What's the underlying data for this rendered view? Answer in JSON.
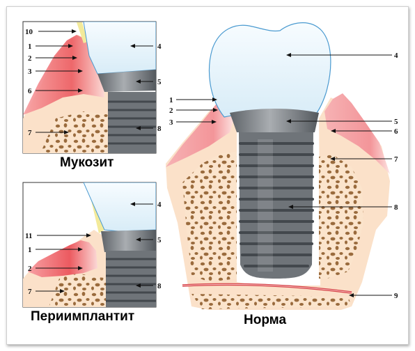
{
  "panels": {
    "mucositis": {
      "caption": "Мукозит",
      "labels": {
        "n10": "10",
        "n1": "1",
        "n2": "2",
        "n3": "3",
        "n6": "6",
        "n7": "7",
        "n4": "4",
        "n5": "5",
        "n8": "8"
      }
    },
    "periimplantitis": {
      "caption": "Периимплантит",
      "labels": {
        "n11": "11",
        "n1": "1",
        "n2": "2",
        "n7": "7",
        "n4": "4",
        "n5": "5",
        "n8": "8"
      }
    },
    "norm": {
      "caption": "Норма",
      "labels": {
        "n1": "1",
        "n2": "2",
        "n3": "3",
        "n4": "4",
        "n5": "5",
        "n6": "6",
        "n7": "7",
        "n8": "8",
        "n9": "9"
      }
    }
  },
  "colors": {
    "crown": "#e9f5fb",
    "crown_outline": "#4a9ad0",
    "abutment": "#8a8e93",
    "implant": "#6f7479",
    "thread": "#474c51",
    "gum": "#f6a9ab",
    "gum_dark": "#ee6c71",
    "tissue": "#fbe1c9",
    "bone_hole": "#9a6b3d",
    "nerve": "#d6454a",
    "plaque": "#f3ea9a"
  }
}
